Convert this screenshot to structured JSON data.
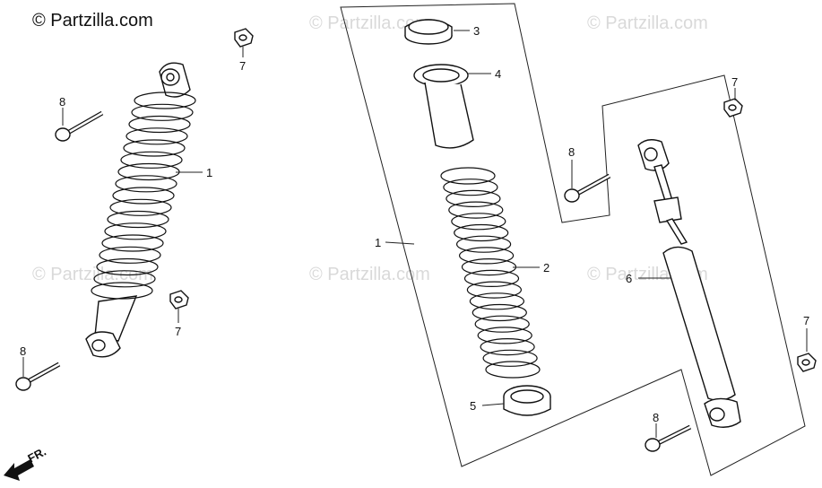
{
  "brand": {
    "text": "© Partzilla.com"
  },
  "watermark": "© Partzilla.com",
  "direction": {
    "text": "FR."
  },
  "callouts": [
    {
      "id": "c1-left",
      "label": "1"
    },
    {
      "id": "c7-topleft",
      "label": "7"
    },
    {
      "id": "c8-left-top",
      "label": "8"
    },
    {
      "id": "c7-left-mid",
      "label": "7"
    },
    {
      "id": "c8-left-bottom",
      "label": "8"
    },
    {
      "id": "c3",
      "label": "3"
    },
    {
      "id": "c4",
      "label": "4"
    },
    {
      "id": "c1-assembly",
      "label": "1"
    },
    {
      "id": "c2",
      "label": "2"
    },
    {
      "id": "c5",
      "label": "5"
    },
    {
      "id": "c8-mid",
      "label": "8"
    },
    {
      "id": "c6",
      "label": "6"
    },
    {
      "id": "c7-right-top",
      "label": "7"
    },
    {
      "id": "c7-right-edge",
      "label": "7"
    },
    {
      "id": "c8-right-bottom",
      "label": "8"
    }
  ]
}
